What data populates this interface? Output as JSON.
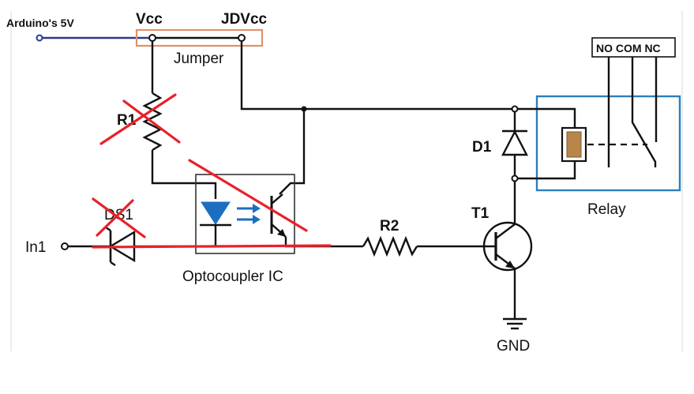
{
  "labels": {
    "arduino_5v": "Arduino's 5V",
    "vcc": "Vcc",
    "jdvcc": "JDVcc",
    "jumper": "Jumper",
    "r1": "R1",
    "d1": "D1",
    "ds1": "DS1",
    "in1": "In1",
    "optocoupler": "Optocoupler IC",
    "r2": "R2",
    "t1": "T1",
    "gnd": "GND",
    "relay": "Relay",
    "relay_contacts": "NO COM NC"
  },
  "colors": {
    "wire": "#111111",
    "supply_wire": "#2b3a8c",
    "jumper": "#e0906a",
    "relay_box": "#2a7fbd",
    "led": "#1c6fc0",
    "coil": "#b8864a",
    "strike": "#e8212a",
    "background": "#ffffff"
  }
}
